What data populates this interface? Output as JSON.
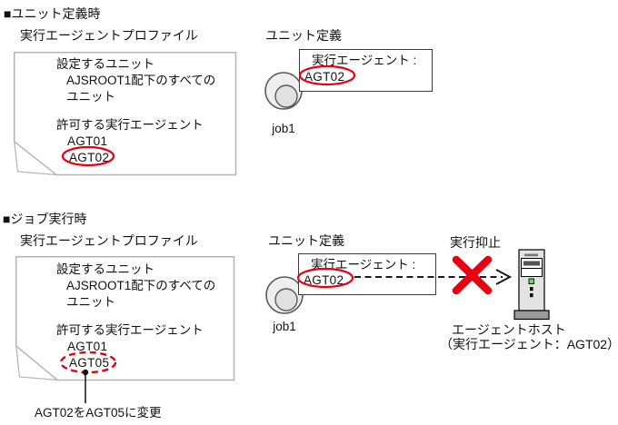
{
  "colors": {
    "accent_red": "#e60012",
    "profile_border": "#b4b4b4",
    "unit_border": "#3a3a3a",
    "text": "#111111"
  },
  "unit_definition_time": {
    "header": "■ユニット定義時",
    "profile": {
      "title": "実行エージェントプロファイル",
      "set_unit_heading": "設定するユニット",
      "set_unit_value_line1": "AJSROOT1配下のすべての",
      "set_unit_value_line2": "ユニット",
      "allowed_agents_heading": "許可する実行エージェント",
      "agents": [
        "AGT01",
        "AGT02"
      ]
    },
    "unit_def": {
      "title": "ユニット定義",
      "exec_agent_label": "実行エージェント :",
      "exec_agent_value": "AGT02",
      "job_label": "job1"
    }
  },
  "job_execution_time": {
    "header": "■ジョブ実行時",
    "profile": {
      "title": "実行エージェントプロファイル",
      "set_unit_heading": "設定するユニット",
      "set_unit_value_line1": "AJSROOT1配下のすべての",
      "set_unit_value_line2": "ユニット",
      "allowed_agents_heading": "許可する実行エージェント",
      "agents": [
        "AGT01",
        "AGT05"
      ],
      "change_note": "AGT02をAGT05に変更"
    },
    "unit_def": {
      "title": "ユニット定義",
      "exec_agent_label": "実行エージェント :",
      "exec_agent_value": "AGT02",
      "job_label": "job1"
    },
    "suppression_label": "実行抑止",
    "agent_host": {
      "name": "エージェントホスト",
      "detail": "（実行エージェント：AGT02）"
    }
  }
}
